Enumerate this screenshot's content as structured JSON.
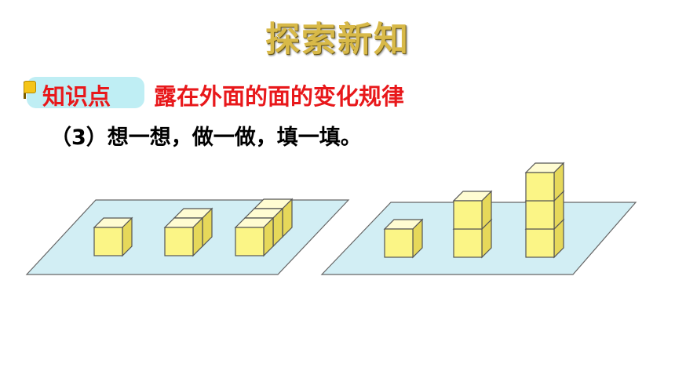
{
  "header": {
    "title": "探索新知"
  },
  "knowledge_point": {
    "badge_label": "知识点",
    "title": "露在外面的面的变化规律"
  },
  "question": {
    "text": "（3）想一想，做一做，填一填。"
  },
  "figures": {
    "left_plane": {
      "arrangement": "cubes placed side by side",
      "groups": [
        1,
        2,
        3
      ]
    },
    "right_plane": {
      "arrangement": "cubes stacked vertically",
      "groups": [
        1,
        2,
        3
      ]
    }
  },
  "colors": {
    "cube_front": "#fbf586",
    "cube_top": "#fffcd2",
    "cube_side": "#e6d85a",
    "plane": "#d2eef4",
    "title_text": "#e8181b",
    "badge_bg": "#bfeef4"
  }
}
